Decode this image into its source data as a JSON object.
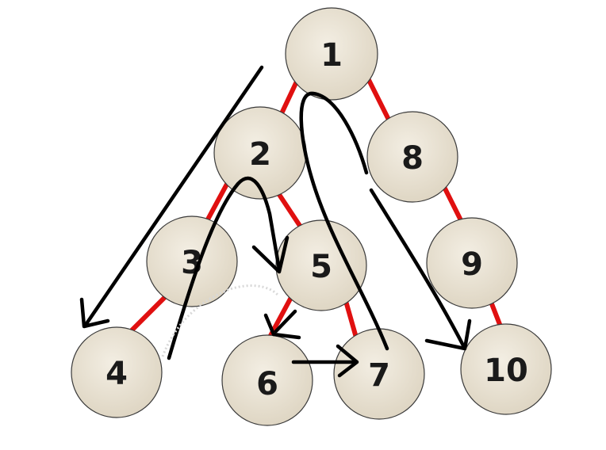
{
  "diagram": {
    "nodes": [
      {
        "id": "1",
        "label": "1"
      },
      {
        "id": "2",
        "label": "2"
      },
      {
        "id": "3",
        "label": "3"
      },
      {
        "id": "4",
        "label": "4"
      },
      {
        "id": "5",
        "label": "5"
      },
      {
        "id": "6",
        "label": "6"
      },
      {
        "id": "7",
        "label": "7"
      },
      {
        "id": "8",
        "label": "8"
      },
      {
        "id": "9",
        "label": "9"
      },
      {
        "id": "10",
        "label": "10"
      }
    ],
    "edges": [
      {
        "from": "1",
        "to": "2"
      },
      {
        "from": "1",
        "to": "8"
      },
      {
        "from": "2",
        "to": "3"
      },
      {
        "from": "2",
        "to": "5"
      },
      {
        "from": "3",
        "to": "4"
      },
      {
        "from": "5",
        "to": "6"
      },
      {
        "from": "5",
        "to": "7"
      },
      {
        "from": "8",
        "to": "9"
      },
      {
        "from": "9",
        "to": "10"
      }
    ],
    "traversal_order": [
      "4",
      "5",
      "6",
      "7",
      "10"
    ],
    "colors": {
      "node_fill": "#ece5d6",
      "node_stroke": "#3a3a3a",
      "edge": "#e01010",
      "arrow": "#000000",
      "label": "#1a1a1a"
    }
  }
}
